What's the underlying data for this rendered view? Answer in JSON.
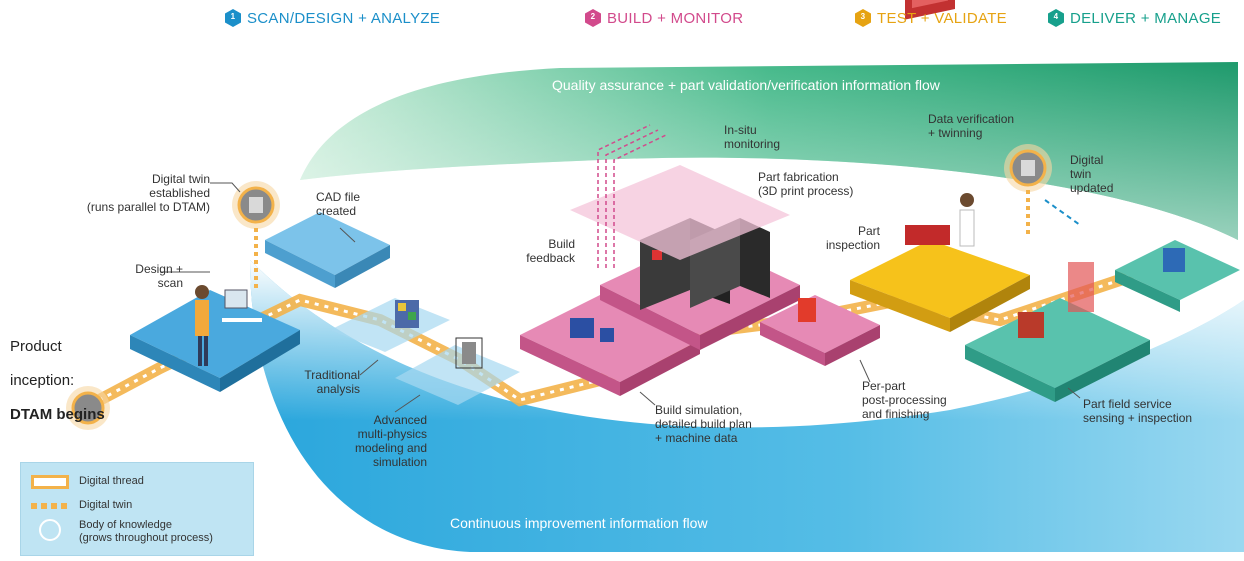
{
  "phases": [
    {
      "num": "1",
      "label": "SCAN/DESIGN + ANALYZE",
      "color": "#1b8fc9"
    },
    {
      "num": "2",
      "label": "BUILD + MONITOR",
      "color": "#d24a8c"
    },
    {
      "num": "3",
      "label": "TEST + VALIDATE",
      "color": "#e6a312"
    },
    {
      "num": "4",
      "label": "DELIVER + MANAGE",
      "color": "#17a08c"
    }
  ],
  "flows": {
    "top": "Quality assurance + part validation/verification information flow",
    "bottom": "Continuous improvement information flow"
  },
  "start": {
    "line1": "Product",
    "line2": "inception:",
    "line3": "DTAM begins"
  },
  "labels": {
    "digital_twin_established": "Digital twin\nestablished\n(runs parallel to DTAM)",
    "cad_file": "CAD file\ncreated",
    "design_scan": "Design +\nscan",
    "traditional_analysis": "Traditional\nanalysis",
    "advanced_modeling": "Advanced\nmulti-physics\nmodeling and\nsimulation",
    "in_situ": "In-situ\nmonitoring",
    "part_fabrication": "Part fabrication\n(3D print process)",
    "build_feedback": "Build\nfeedback",
    "build_simulation": "Build simulation,\ndetailed build plan\n+ machine data",
    "data_verification": "Data verification\n+ twinning",
    "part_inspection": "Part\ninspection",
    "digital_twin_updated": "Digital\ntwin\nupdated",
    "post_processing": "Per-part\npost-processing\nand finishing",
    "field_service": "Part field service\nsensing + inspection"
  },
  "legend": {
    "digital_thread": "Digital thread",
    "digital_twin": "Digital twin",
    "body_of_knowledge": "Body of knowledge\n(grows throughout process)"
  },
  "colors": {
    "blue": "#1b8fc9",
    "pink": "#d24a8c",
    "yellow": "#e6a312",
    "teal": "#17a08c",
    "thread": "#f3b24a"
  }
}
